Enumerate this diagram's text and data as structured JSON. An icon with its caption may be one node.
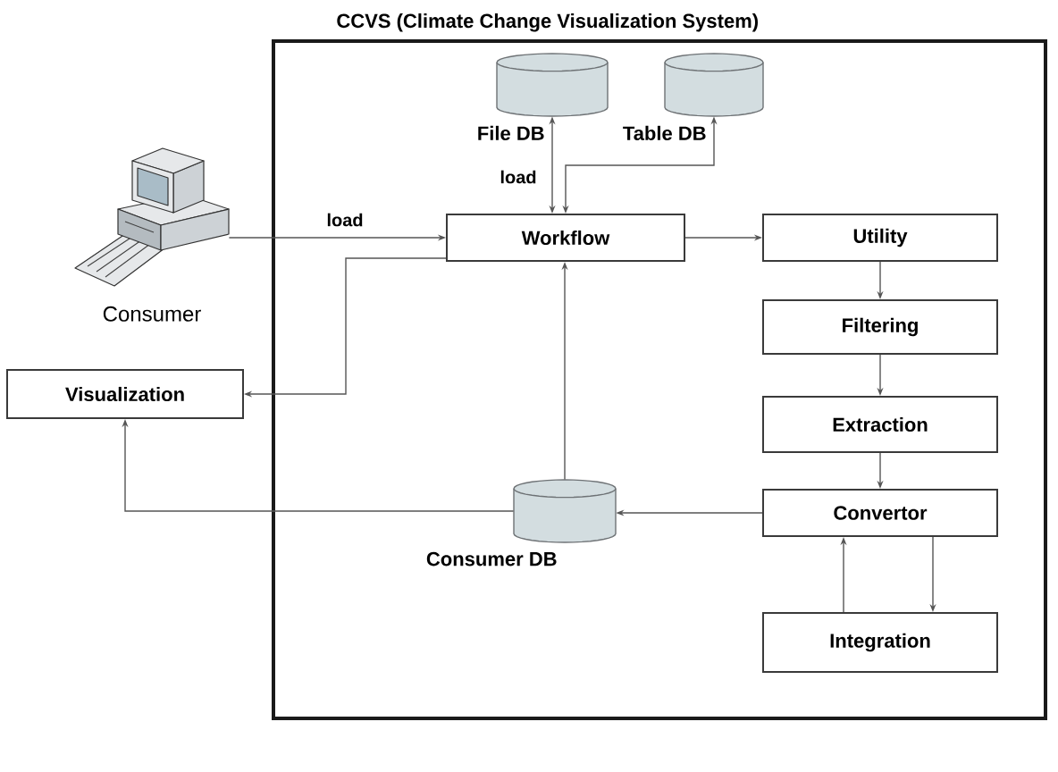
{
  "diagram": {
    "nodes": [
      {
        "text": [
          "CCVS (Climate Change Visualization System)"
        ]
      },
      {
        "text": [
          "File DB"
        ],
        "in": 0
      },
      {
        "text": [
          "Table DB"
        ],
        "in": 0
      },
      {
        "text": [
          "Consumer"
        ]
      },
      {
        "text": [
          "Workflow"
        ],
        "in": 0
      },
      {
        "text": [
          "Utility"
        ],
        "in": 0
      },
      {
        "text": [
          "Visualization"
        ]
      },
      {
        "text": [
          "Filtering"
        ],
        "in": 0
      },
      {
        "text": [
          "Extraction"
        ],
        "in": 0
      },
      {
        "text": [
          "Consumer DB"
        ],
        "in": 0
      },
      {
        "text": [
          "Convertor"
        ],
        "in": 0
      },
      {
        "text": [
          "Integration"
        ],
        "in": 0
      }
    ],
    "edges": [
      {
        "from": 3,
        "to": 4,
        "arrow": "to",
        "label": "load"
      },
      {
        "from": 1,
        "to": 4,
        "arrow": "both",
        "label": "load"
      },
      {
        "from": 2,
        "to": 4,
        "arrow": "both"
      },
      {
        "from": 4,
        "to": 5,
        "arrow": "to"
      },
      {
        "from": 4,
        "to": 6,
        "arrow": "to"
      },
      {
        "from": 5,
        "to": 7,
        "arrow": "to"
      },
      {
        "from": 7,
        "to": 8,
        "arrow": "to"
      },
      {
        "from": 8,
        "to": 10,
        "arrow": "to"
      },
      {
        "from": 10,
        "to": 9,
        "arrow": "to"
      },
      {
        "from": 10,
        "to": 11,
        "arrow": "to"
      },
      {
        "from": 11,
        "to": 10,
        "arrow": "to"
      },
      {
        "from": 9,
        "to": 4,
        "arrow": "to"
      },
      {
        "from": 9,
        "to": 6,
        "arrow": "to"
      }
    ]
  }
}
